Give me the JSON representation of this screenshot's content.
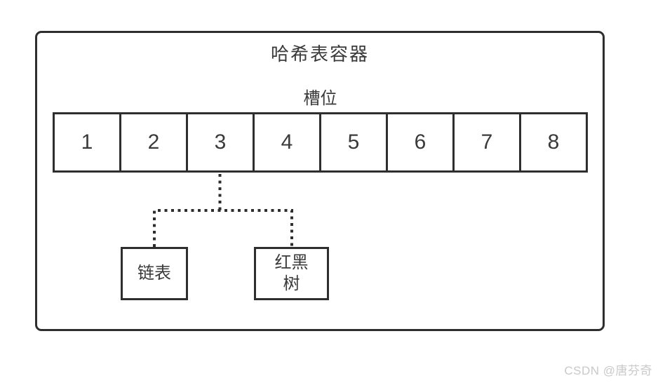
{
  "diagram": {
    "title": "哈希表容器",
    "slots_label": "槽位",
    "slots": [
      "1",
      "2",
      "3",
      "4",
      "5",
      "6",
      "7",
      "8"
    ],
    "buckets": [
      {
        "id": "linked-list",
        "label": "链表"
      },
      {
        "id": "red-black-tree",
        "label": "红黑树"
      }
    ],
    "connector": {
      "from_slot": "3",
      "style": "dotted"
    }
  },
  "watermark": {
    "text": "CSDN @唐芬奇"
  },
  "colors": {
    "line": "#2e2e2e",
    "text": "#3a3a3a",
    "watermark": "#c9c9c9",
    "background": "#ffffff"
  }
}
